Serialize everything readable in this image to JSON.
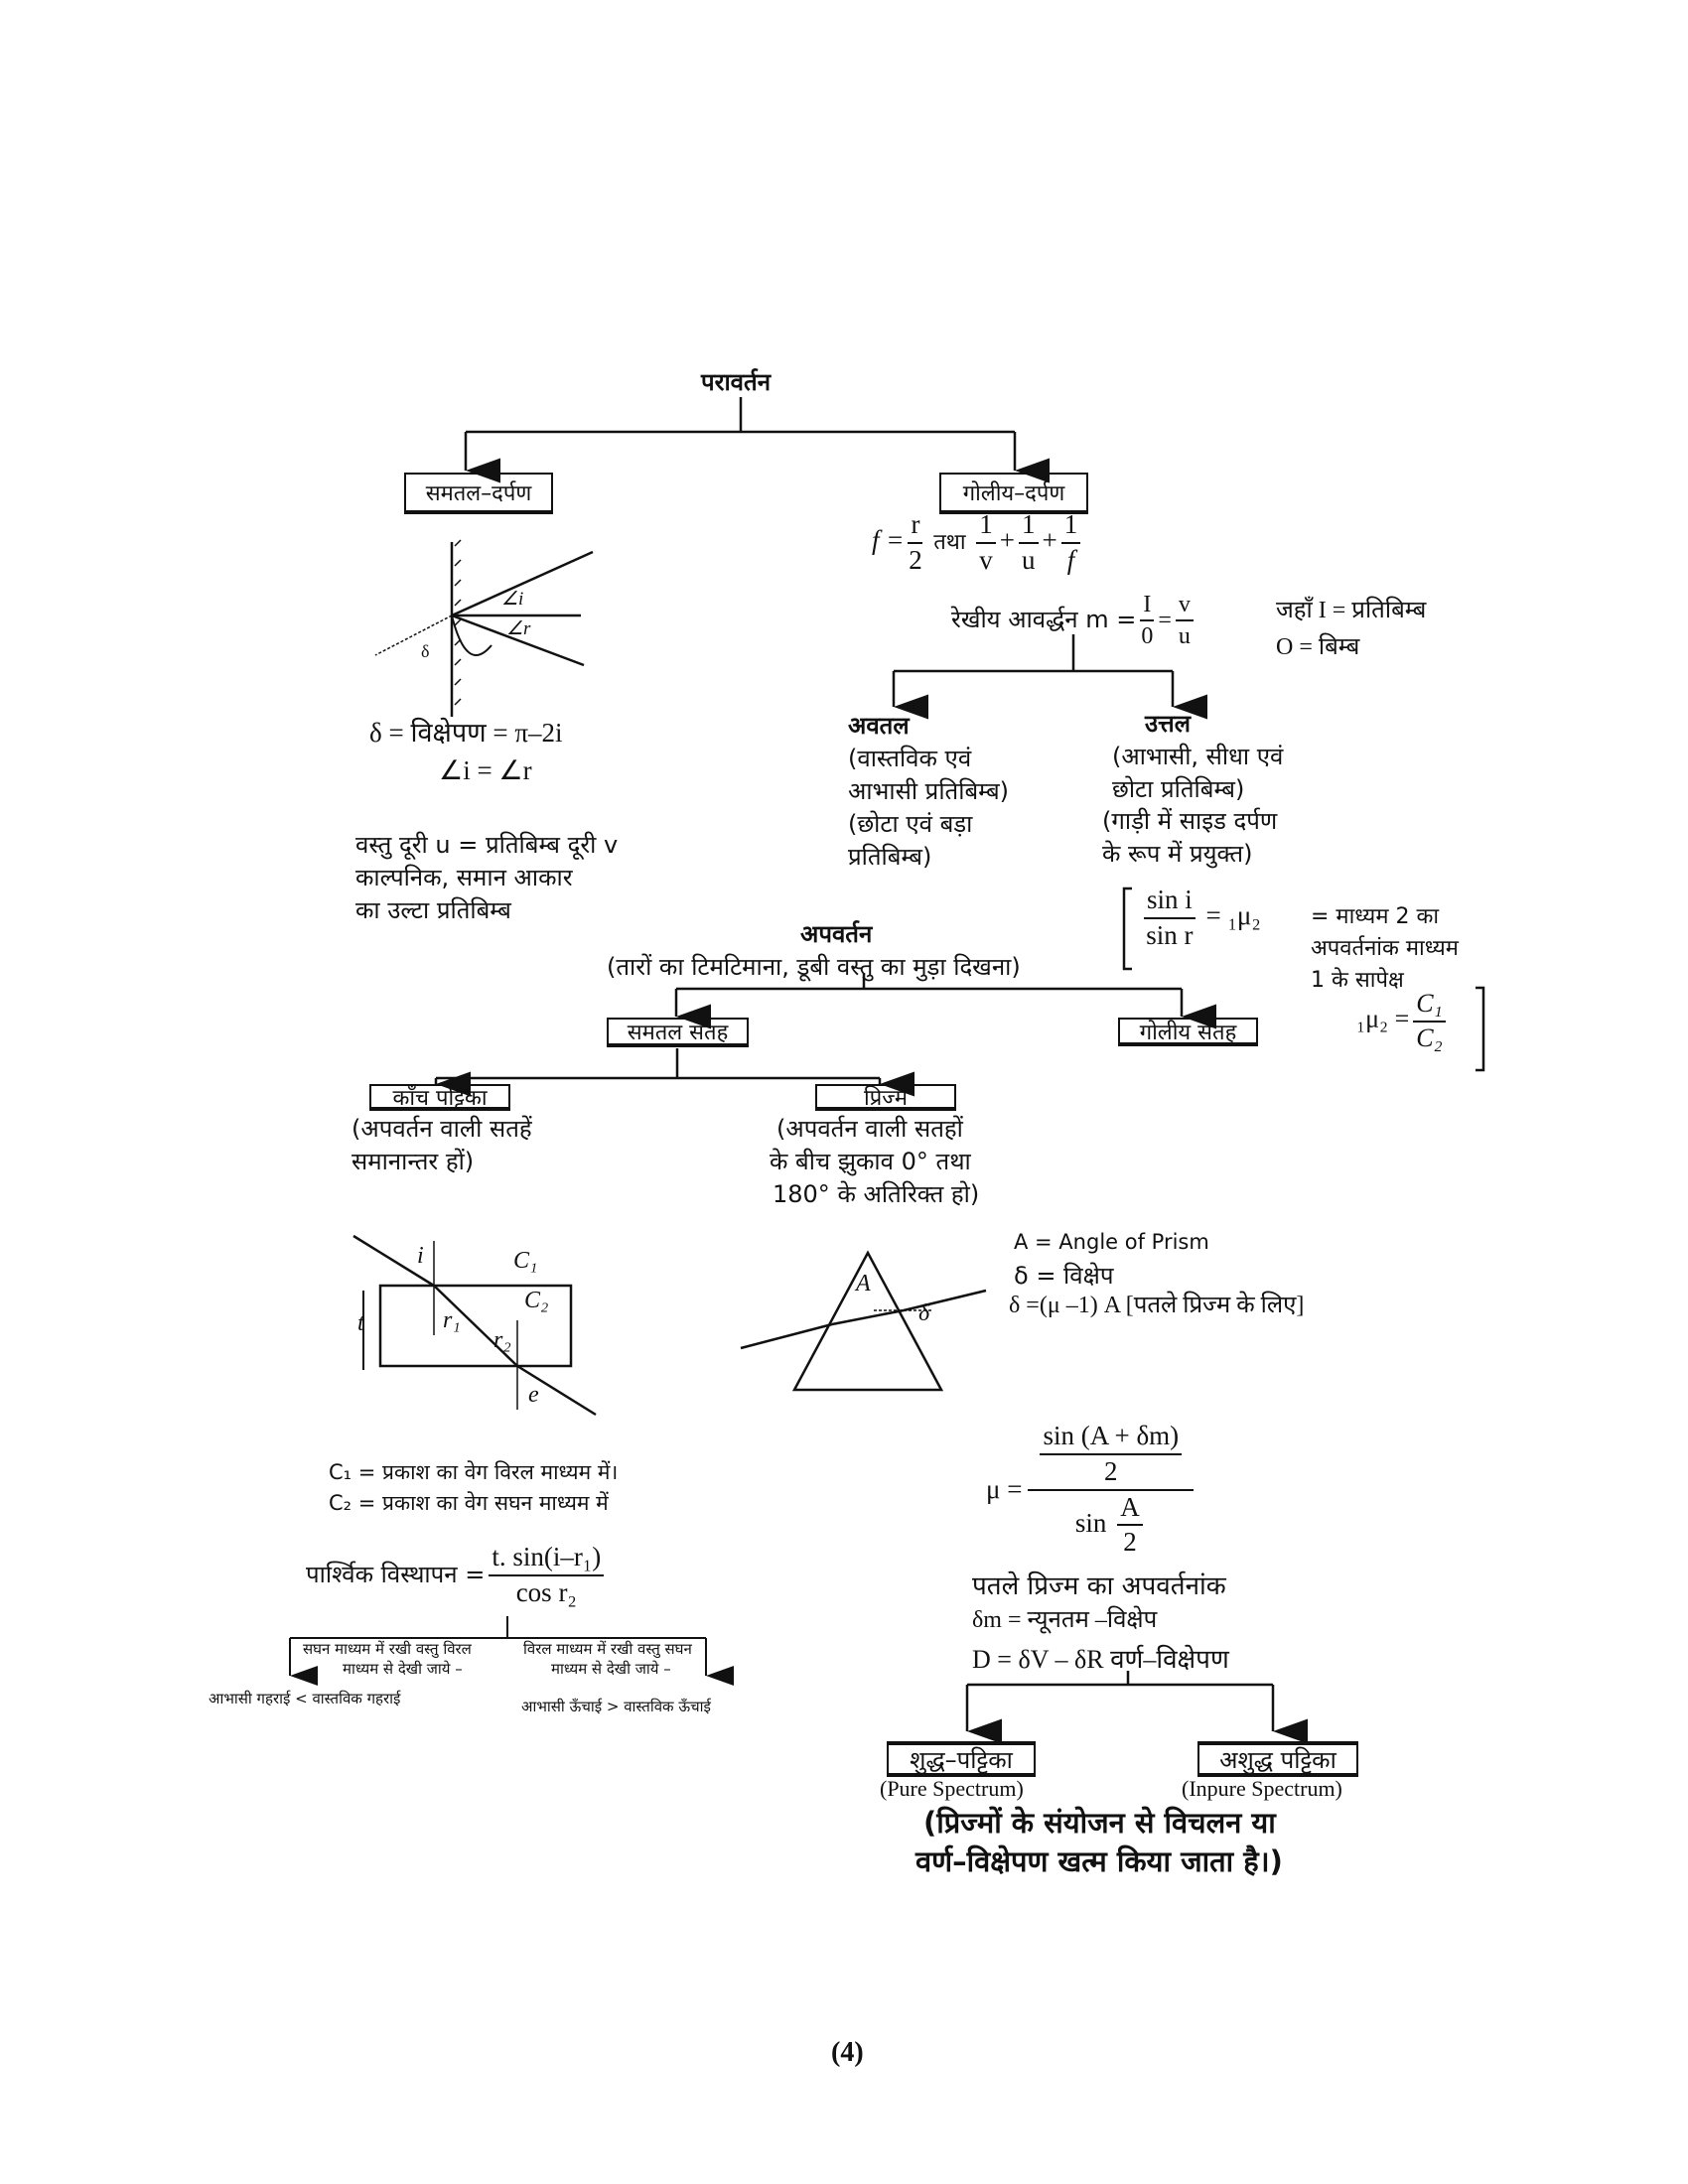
{
  "reflection": {
    "title": "परावर्तन",
    "plane_mirror": {
      "label": "समतल–दर्पण",
      "angle_i": "∠i",
      "angle_r": "∠r",
      "delta": "δ",
      "deviation": "δ =  विक्षेपण  = π–2i",
      "equal_angles": "∠i = ∠r",
      "notes": [
        "वस्तु दूरी u = प्रतिबिम्ब दूरी v",
        "काल्पनिक, समान आकार",
        "का उल्टा प्रतिबिम्ब"
      ]
    },
    "spherical_mirror": {
      "label": "गोलीय–दर्पण",
      "f_eq": "f =",
      "r": "r",
      "two": "2",
      "tatha": "तथा",
      "one": "1",
      "v": "v",
      "u": "u",
      "f": "f",
      "plus": "+",
      "magnification": "रेखीय आवर्द्धन m =",
      "I": "I",
      "O": "0",
      "equals": "=",
      "where_I": "जहाँ  I = प्रतिबिम्ब",
      "where_O": "O = बिम्ब",
      "concave": {
        "title": "अवतल",
        "lines": [
          "(वास्तविक एवं",
          "आभासी प्रतिबिम्ब)",
          "(छोटा एवं बड़ा",
          "प्रतिबिम्ब)"
        ]
      },
      "convex": {
        "title": "उत्तल",
        "lines": [
          "(आभासी, सीधा एवं",
          "छोटा प्रतिबिम्ब)",
          "(गाड़ी में साइड दर्पण",
          "के रूप में प्रयुक्त)"
        ]
      }
    }
  },
  "refraction": {
    "title": "अपवर्तन",
    "subtitle": "(तारों का टिमटिमाना, डूबी वस्तु का मुड़ा दिखना)",
    "snell": {
      "sin_i": "sin i",
      "sin_r": "sin r",
      "mu12": "₁μ₂",
      "text": [
        "= माध्यम 2 का",
        "अपवर्तनांक माध्यम",
        "1 के सापेक्ष"
      ],
      "c1": "C₁",
      "c2": "C₂"
    },
    "plane_surface": "समतल सतह",
    "spherical_surface": "गोलीय सतह",
    "glass_slab": {
      "label": "काँच पट्टिका",
      "lines": [
        "(अपवर्तन वाली सतहें",
        "समानान्तर हों)"
      ],
      "diagram_labels": {
        "i": "i",
        "r1": "r₁",
        "r2": "r₂",
        "e": "e",
        "t": "t",
        "c1": "C₁",
        "c2": "C₂"
      },
      "c1_def": "C₁ = प्रकाश का वेग विरल माध्यम में।",
      "c2_def": "C₂ =  प्रकाश का वेग सघन माध्यम में",
      "lateral_label": "पार्श्विक विस्थापन =",
      "lateral_num": "t. sin(i–r₁)",
      "lateral_den": "cos r₂",
      "case1": [
        "सघन माध्यम में रखी वस्तु विरल",
        "माध्यम से देखी जाये –"
      ],
      "case1_result": "आभासी गहराई < वास्तविक गहराई",
      "case2": [
        "विरल माध्यम में रखी वस्तु सघन",
        "माध्यम से देखी जाये –"
      ],
      "case2_result": "आभासी ऊँचाई > वास्तविक ऊँचाई"
    },
    "prism": {
      "label": "प्रिज्म",
      "lines": [
        "(अपवर्तन वाली सतहों",
        "के बीच झुकाव 0° तथा",
        "180° के अतिरिक्त हो)"
      ],
      "diagram_A": "A",
      "diagram_delta": "δ",
      "A_def": "A = Angle of Prism",
      "delta_def": "δ = विक्षेप",
      "thin_formula": "δ =(μ –1) A [पतले प्रिज्म के लिए]",
      "mu": "μ =",
      "mu_num": "sin (A + δm)",
      "mu_num_den": "2",
      "mu_den": "sin",
      "A": "A",
      "thin_index": "पतले प्रिज्म का अपवर्तनांक",
      "delta_m": "δm  =  न्यूनतम –विक्षेप",
      "dispersion": "D = δV – δR  वर्ण–विक्षेपण",
      "pure": "शुद्ध–पट्टिका",
      "pure_en": "(Pure Spectrum)",
      "impure": "अशुद्ध पट्टिका",
      "impure_en": "(Inpure Spectrum)",
      "note": [
        "(प्रिज्मों के संयोजन से विचलन या",
        "वर्ण–विक्षेपण खत्म किया जाता है।)"
      ]
    }
  },
  "page_number": "(4)"
}
